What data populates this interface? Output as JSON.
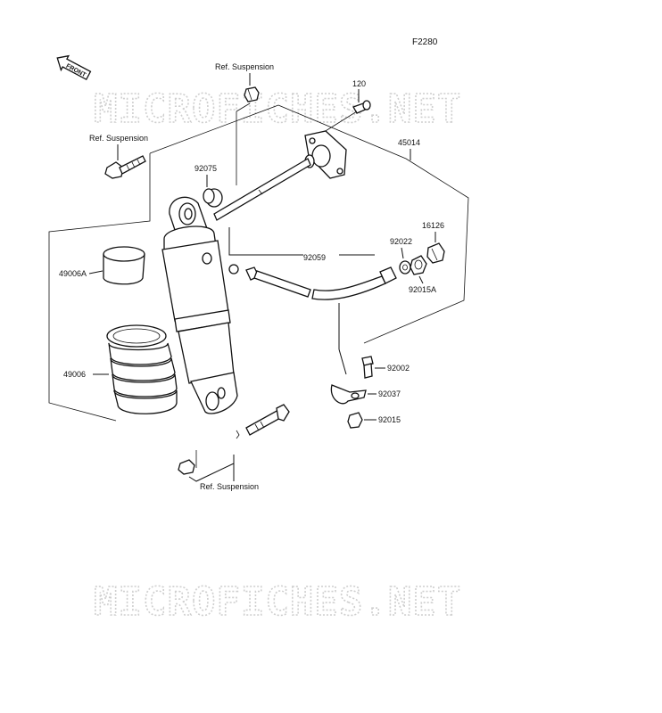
{
  "diagram": {
    "page_code": "F2280",
    "front_badge": "FRONT",
    "watermark_top": "MICROFICHES.NET",
    "watermark_bottom": "MICROFICHES.NET",
    "labels": {
      "ref_susp_top": "Ref. Suspension",
      "ref_susp_left": "Ref. Suspension",
      "ref_susp_bottom": "Ref. Suspension",
      "p120": "120",
      "p45014": "45014",
      "p92075": "92075",
      "p16126": "16126",
      "p92022": "92022",
      "p92059": "92059",
      "p92015A": "92015A",
      "p49006A": "49006A",
      "p49006": "49006",
      "p92002": "92002",
      "p92037": "92037",
      "p92015": "92015"
    }
  }
}
